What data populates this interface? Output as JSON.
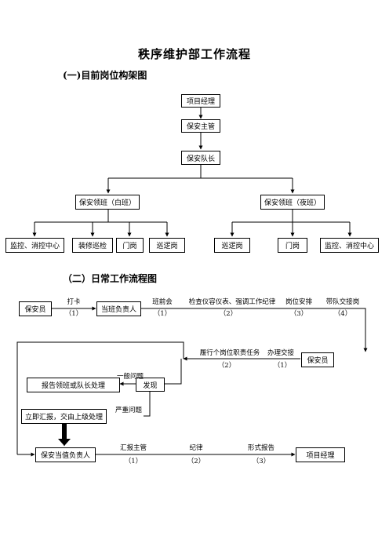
{
  "title": "秩序维护部工作流程",
  "section1": "(一)目前岗位构架图",
  "section2": "（二）日常工作流程图",
  "org": {
    "manager": "项目经理",
    "supervisor": "保安主管",
    "captain": "保安队长",
    "day_shift": "保安领班（白班）",
    "night_shift": "保安领班（夜班）",
    "day_posts": [
      "监控、消控中心",
      "装修巡检",
      "门岗",
      "巡逻岗"
    ],
    "night_posts": [
      "巡逻岗",
      "门岗",
      "监控、消控中心"
    ]
  },
  "flow": {
    "guard_1": "保安员",
    "clock_in": "打卡",
    "clock_in_no": "（1）",
    "shift_leader": "当班负责人",
    "steps_top": [
      {
        "label": "班前会",
        "no": "（1）"
      },
      {
        "label": "检查仪容仪表、强调工作纪律",
        "no": "（2）"
      },
      {
        "label": "岗位安排",
        "no": "（3）"
      },
      {
        "label": "带队交接岗",
        "no": "（4）"
      }
    ],
    "guard_2": "保安员",
    "steps_mid": [
      {
        "label": "履行个岗位职责任务",
        "no": "（2）"
      },
      {
        "label": "办理交接",
        "no": "（1）"
      }
    ],
    "discover": "发现",
    "general_issue": "一般问题",
    "report_leader": "报告领班或队长处理",
    "serious_issue": "严重问题",
    "report_now": "立即汇报，交由上级处理",
    "duty_officer": "保安当值负责人",
    "steps_bottom": [
      {
        "label": "汇报主管",
        "no": "（1）"
      },
      {
        "label": "纪律",
        "no": "（2）"
      },
      {
        "label": "形式报告",
        "no": "（3）"
      }
    ],
    "project_manager": "项目经理"
  }
}
